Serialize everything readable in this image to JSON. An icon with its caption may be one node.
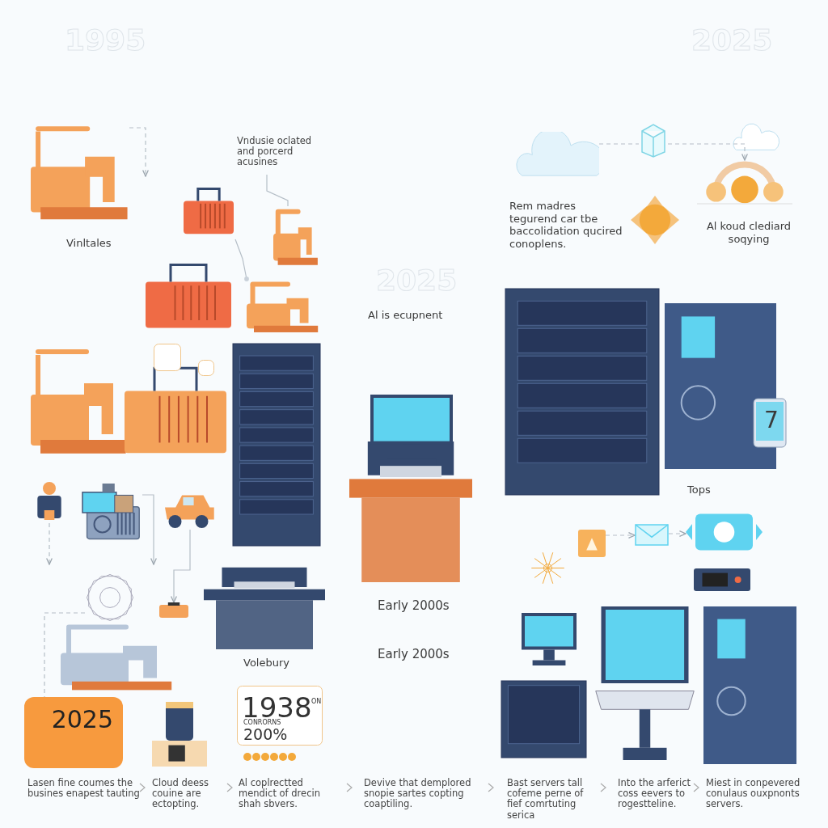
{
  "diagram": {
    "nodes": [
      {
        "text": [],
        "shape": "picture"
      },
      {
        "text": [
          "Vndusie oclated and porcerd acusines"
        ]
      },
      {
        "text": [],
        "shape": "picture"
      },
      {
        "text": [],
        "shape": "picture"
      },
      {
        "text": [],
        "shape": "picture"
      },
      {
        "text": [],
        "shape": "cloud"
      },
      {
        "text": [],
        "shape": "picture"
      },
      {
        "text": [],
        "shape": "picture"
      },
      {
        "text": [],
        "shape": "person"
      },
      {
        "text": [],
        "shape": "picture"
      },
      {
        "text": [],
        "shape": "picture"
      },
      {
        "text": [],
        "shape": "box"
      },
      {
        "text": [],
        "shape": "picture"
      },
      {
        "text": [
          "2025"
        ]
      },
      {
        "text": [
          "1938",
          "ON",
          "CONRORNS",
          "200%"
        ]
      },
      {
        "text": [],
        "shape": "picture"
      },
      {
        "text": [],
        "shape": "picture"
      },
      {
        "text": [],
        "shape": "picture"
      }
    ],
    "edges": [
      {
        "from": 0,
        "to": null,
        "arrow": "to",
        "style": "dashed"
      },
      {
        "from": 1,
        "to": 3,
        "arrow": "none"
      },
      {
        "from": 2,
        "to": 4,
        "arrow": "other"
      },
      {
        "from": 5,
        "to": 6,
        "arrow": "none",
        "style": "dashed"
      },
      {
        "from": 6,
        "to": 7,
        "arrow": "to",
        "style": "dashed"
      },
      {
        "from": 8,
        "to": null,
        "arrow": "to",
        "style": "dashed"
      },
      {
        "from": 9,
        "to": null,
        "arrow": "to"
      },
      {
        "from": 10,
        "to": 11,
        "arrow": "to"
      },
      {
        "from": 12,
        "to": 13,
        "arrow": "none",
        "style": "dashed"
      },
      {
        "from": 15,
        "to": 16,
        "arrow": "to",
        "style": "dashed"
      },
      {
        "from": 16,
        "to": 17,
        "arrow": "to",
        "style": "dashed"
      }
    ],
    "labels": [
      "1995",
      "2025",
      "Vinltales",
      "2025",
      "Al is ecupnent",
      "Rem madres tegurend car tbe baccolidation qucired conoplens.",
      "Al koud clediard soqying",
      "7",
      "Tops",
      "Early 2000s",
      "Early 2000s",
      "Volebury",
      "Lasen fine coumes the busines enapest tauting",
      "Cloud deess couine are ectopting.",
      "Al coplrectted mendict of drecin shah sbvers.",
      "Devive that demplored snopie sartes copting coaptiling.",
      "Bast servers tall cofeme perne of fief comrtuting serica",
      "Into the arferict coss eevers to rogestteline.",
      "Miest in conpevered conulaus ouxpnonts servers."
    ]
  }
}
